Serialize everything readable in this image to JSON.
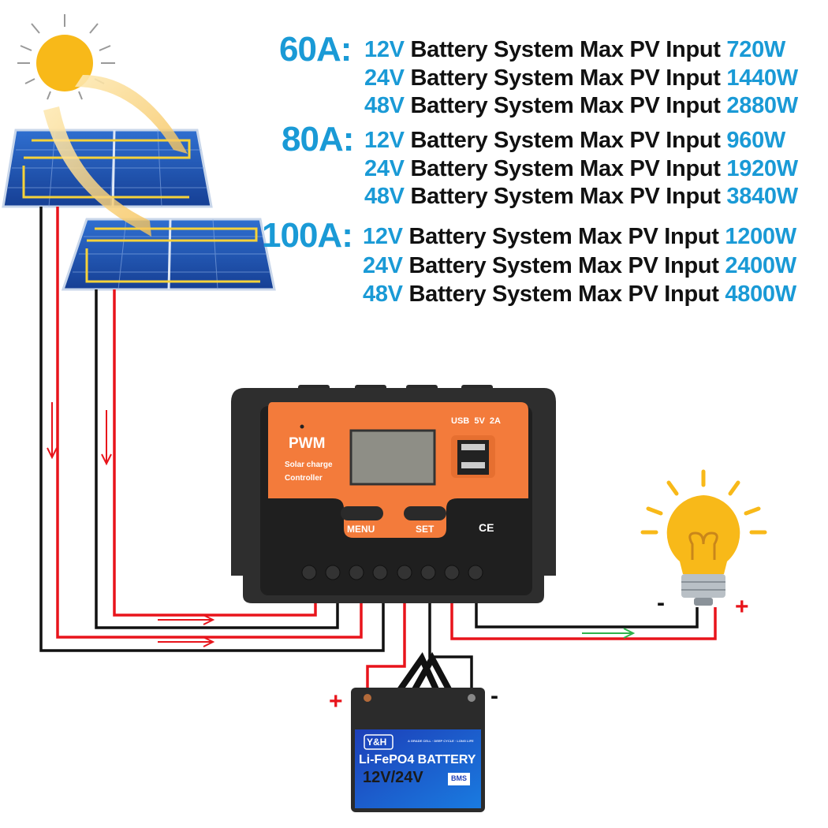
{
  "specs": [
    {
      "current": "60A:",
      "rows": [
        {
          "voltage": "12V",
          "text": "Battery System Max PV Input",
          "power": "720W"
        },
        {
          "voltage": "24V",
          "text": "Battery System Max PV Input",
          "power": "1440W"
        },
        {
          "voltage": "48V",
          "text": "Battery System Max PV Input",
          "power": "2880W"
        }
      ]
    },
    {
      "current": "80A:",
      "rows": [
        {
          "voltage": "12V",
          "text": "Battery System Max PV Input",
          "power": "960W"
        },
        {
          "voltage": "24V",
          "text": "Battery System Max PV Input",
          "power": "1920W"
        },
        {
          "voltage": "48V",
          "text": "Battery System Max PV Input",
          "power": "3840W"
        }
      ]
    },
    {
      "current": "100A:",
      "rows": [
        {
          "voltage": "12V",
          "text": "Battery System Max PV Input",
          "power": "1200W"
        },
        {
          "voltage": "24V",
          "text": "Battery System Max PV Input",
          "power": "2400W"
        },
        {
          "voltage": "48V",
          "text": "Battery System Max PV Input",
          "power": "4800W"
        }
      ]
    }
  ],
  "controller": {
    "type": "PWM",
    "subtitle_1": "Solar charge",
    "subtitle_2": "Controller",
    "usb_label": "USB  5V  2A",
    "menu_label": "MENU",
    "set_label": "SET",
    "ce_mark": "CE"
  },
  "battery": {
    "brand": "Y&H",
    "tagline": "A GRADE CELL · DEEP CYCLE · LONG LIFE",
    "chemistry": "Li-FePO4 BATTERY",
    "voltage": "12V/24V",
    "bms": "BMS",
    "plus": "+",
    "minus": "-"
  },
  "load": {
    "plus": "+",
    "minus": "-"
  },
  "colors": {
    "accent_blue": "#1a9ad6",
    "wire_positive": "#e8141b",
    "wire_negative": "#111111",
    "controller_orange": "#f37b3b",
    "load_flow_arrow": "#2db34a"
  }
}
